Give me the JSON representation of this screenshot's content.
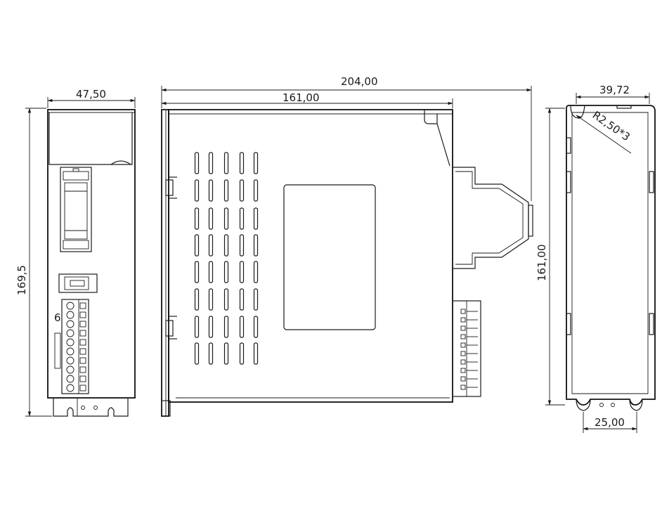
{
  "dimensions": {
    "front_width": "47,50",
    "front_height": "169,5",
    "side_total_width": "204,00",
    "side_body_width": "161,00",
    "back_width": "39,72",
    "back_height": "161,00",
    "back_slot_spacing": "25,00",
    "back_radius": "R2,50*3"
  },
  "labels": {
    "connector_marker": "6"
  }
}
